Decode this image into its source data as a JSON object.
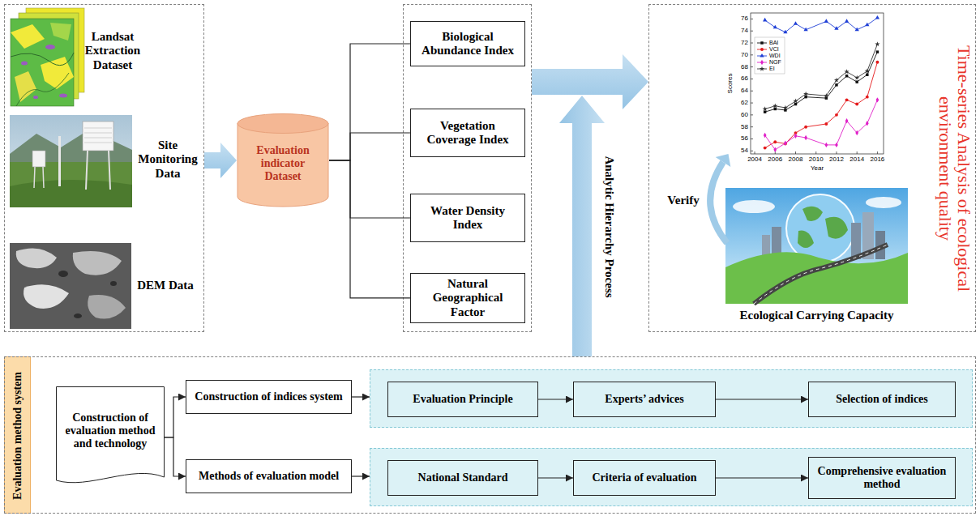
{
  "diagram": {
    "nodes": [
      {
        "text": [
          "Landsat Extraction Dataset",
          "Site Monitoring Data",
          "DEM Data"
        ]
      },
      {
        "text": [
          "Evaluation indicator Dataset"
        ]
      },
      {
        "text": []
      },
      {
        "text": [
          "Biological Abundance Index"
        ],
        "in": 2
      },
      {
        "text": [
          "Vegetation Coverage Index"
        ],
        "in": 2
      },
      {
        "text": [
          "Water Density Index"
        ],
        "in": 2
      },
      {
        "text": [
          "Natural Geographical Factor"
        ],
        "in": 2
      },
      {
        "text": [
          "Time-series Analysis of ecological environment quality"
        ]
      },
      {
        "text": [
          "Evaluation method system"
        ]
      },
      {
        "text": [
          "Construction of evaluation method and technology"
        ],
        "in": 8
      },
      {
        "text": [
          "Construction of indices system"
        ],
        "in": 8
      },
      {
        "text": [
          "Methods of evaluation model"
        ],
        "in": 8
      },
      {
        "text": [],
        "in": 8
      },
      {
        "text": [
          "Evaluation Principle"
        ],
        "in": 12
      },
      {
        "text": [
          "Experts’ advices"
        ],
        "in": 12
      },
      {
        "text": [
          "Selection of indices"
        ],
        "in": 12
      },
      {
        "text": [],
        "in": 8
      },
      {
        "text": [
          "National Standard"
        ],
        "in": 16
      },
      {
        "text": [
          "Criteria of evaluation"
        ],
        "in": 16
      },
      {
        "text": [
          "Comprehensive evaluation method"
        ],
        "in": 16
      }
    ],
    "edges": [
      {
        "from": 0,
        "to": 1,
        "arrow": "to"
      },
      {
        "from": 1,
        "to": 3,
        "arrow": "none"
      },
      {
        "from": 1,
        "to": 4,
        "arrow": "none"
      },
      {
        "from": 1,
        "to": 5,
        "arrow": "none"
      },
      {
        "from": 1,
        "to": 6,
        "arrow": "none"
      },
      {
        "from": 2,
        "to": 7,
        "arrow": "to"
      },
      {
        "from": 9,
        "to": 10,
        "arrow": "to"
      },
      {
        "from": 9,
        "to": 11,
        "arrow": "to"
      },
      {
        "from": 10,
        "to": 12,
        "arrow": "to"
      },
      {
        "from": 11,
        "to": 16,
        "arrow": "to"
      },
      {
        "from": 13,
        "to": 14,
        "arrow": "to"
      },
      {
        "from": 14,
        "to": 15,
        "arrow": "to"
      },
      {
        "from": 17,
        "to": 18,
        "arrow": "to"
      },
      {
        "from": 18,
        "to": 19,
        "arrow": "to"
      }
    ],
    "labels": [
      "Analytic Hierarchy Process",
      "Scores",
      "76",
      "74",
      "72",
      "70",
      "68",
      "66",
      "64",
      "62",
      "60",
      "58",
      "56",
      "54",
      "2004",
      "2006",
      "2008",
      "2010",
      "2012",
      "2014",
      "2016",
      "Year",
      "Verify",
      "Ecological Carrying Capacity"
    ],
    "legend": [
      {
        "text": "BAI"
      },
      {
        "text": "VCI"
      },
      {
        "text": "WDI"
      },
      {
        "text": "NGF"
      },
      {
        "text": "EI"
      }
    ]
  }
}
